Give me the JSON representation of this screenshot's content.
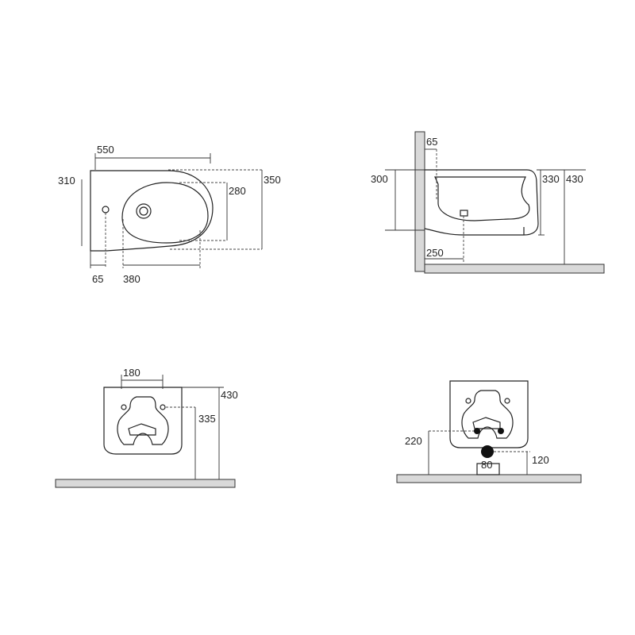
{
  "top_view": {
    "width": "550",
    "depth_rear": "310",
    "bowl_depth": "280",
    "total_depth": "350",
    "hole_offset": "65",
    "bowl_length": "380"
  },
  "side_view": {
    "top_offset": "65",
    "height_left": "300",
    "bowl_height": "330",
    "mount_height": "430",
    "bottom_offset": "250"
  },
  "rear_view": {
    "fixing_spacing": "180",
    "mount_height": "430",
    "fixing_height": "335"
  },
  "front_view": {
    "inlet_height": "220",
    "outlet_diameter": "80",
    "outlet_height": "120"
  }
}
